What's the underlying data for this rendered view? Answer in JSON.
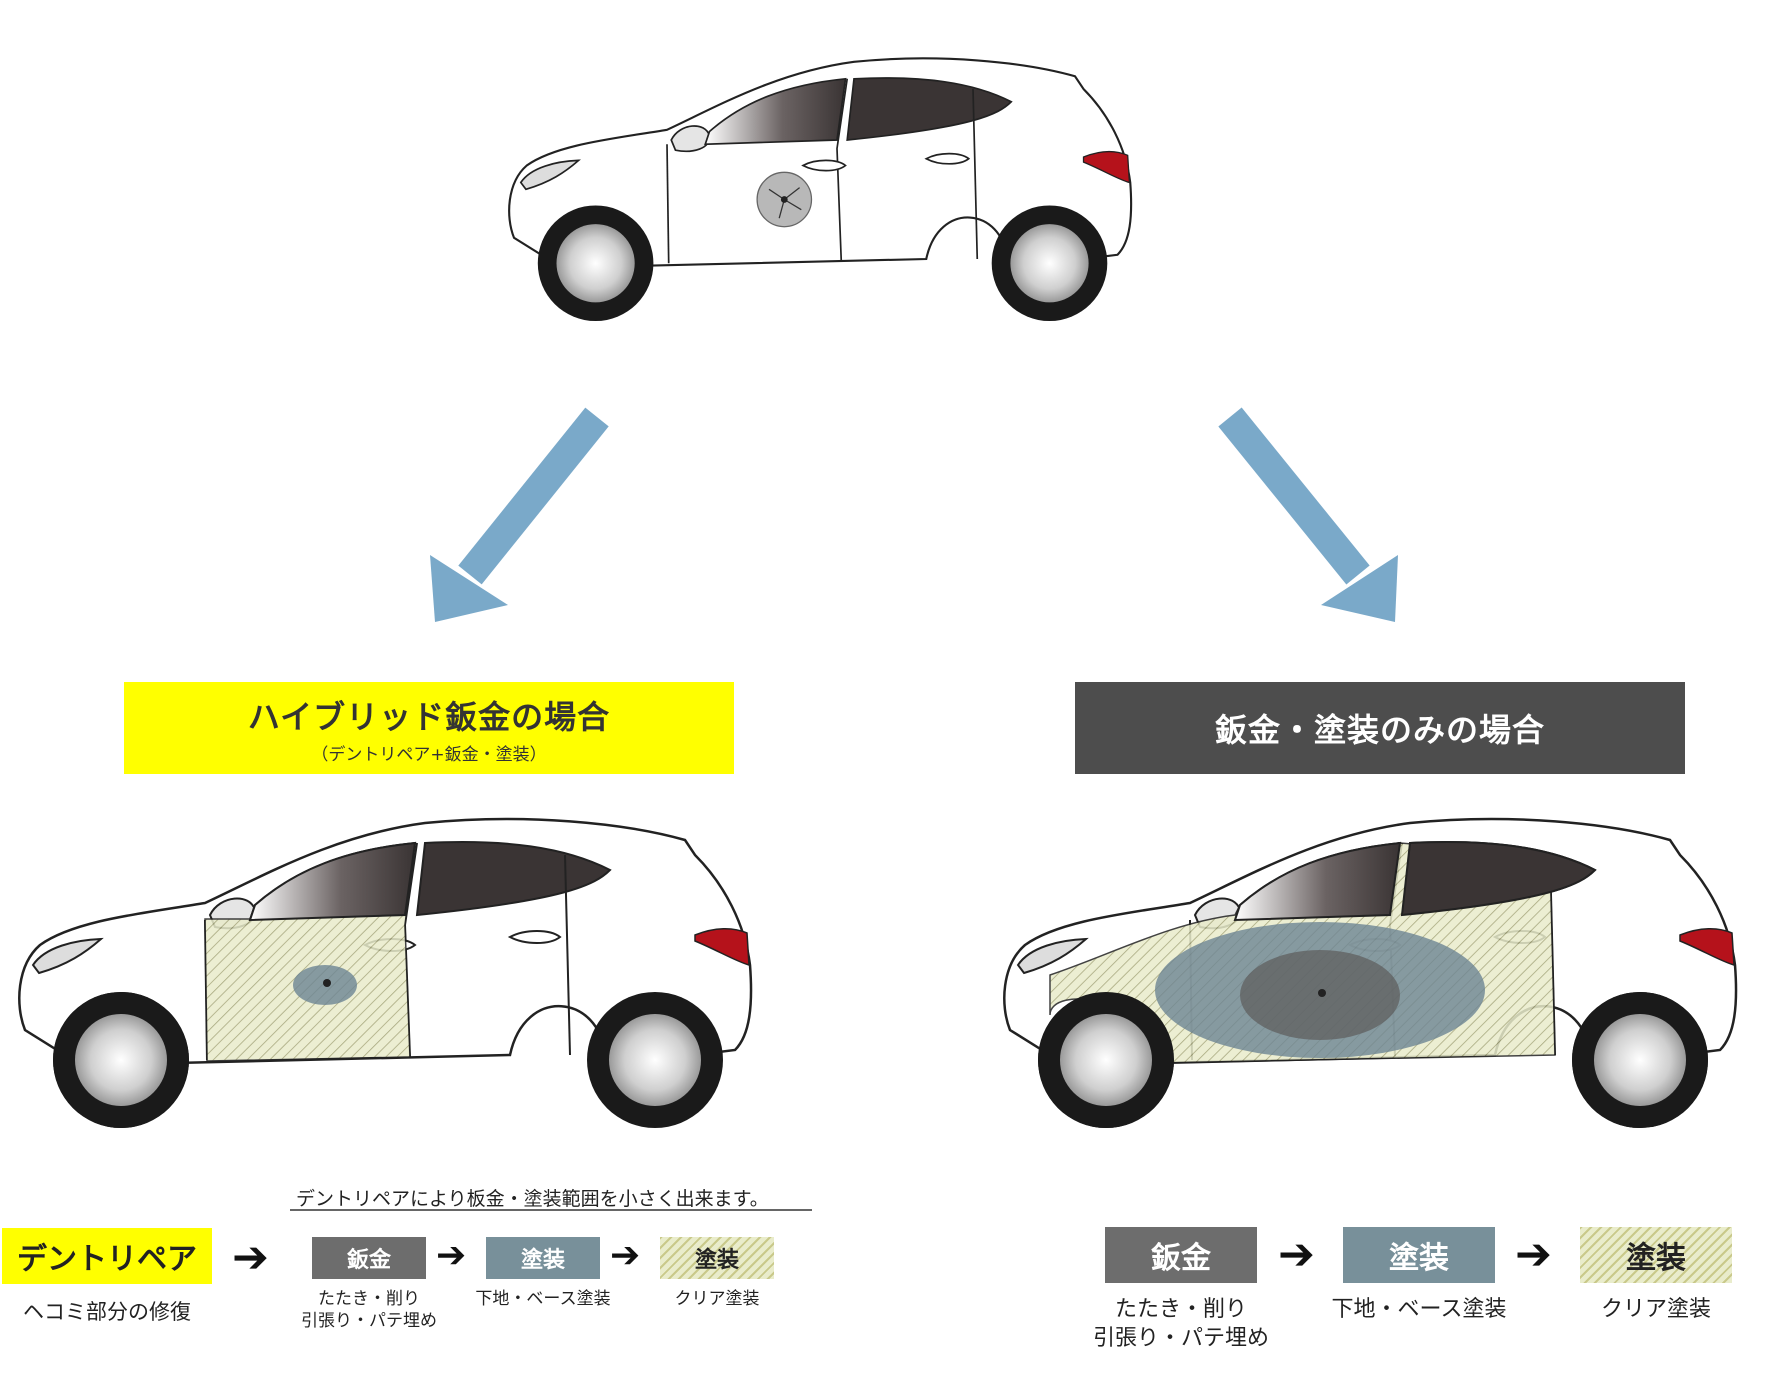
{
  "colors": {
    "arrow_blue": "#7aa9c9",
    "yellow": "#ffff00",
    "dark_gray": "#4d4d4d",
    "sheet_metal_gray": "#6d6d6d",
    "base_paint_blue_gray": "#78909a",
    "clear_coat_hatch": "#e9eccb"
  },
  "left": {
    "banner_title": "ハイブリッド鈑金の場合",
    "banner_subtitle": "（デントリペア+鈑金・塗装）",
    "note": "デントリペアにより板金・塗装範囲を小さく出来ます。",
    "steps": [
      {
        "label": "デントリペア",
        "caption_lines": [
          "ヘコミ部分の修復"
        ]
      },
      {
        "label": "鈑金",
        "caption_lines": [
          "たたき・削り",
          "引張り・パテ埋め"
        ]
      },
      {
        "label": "塗装",
        "caption_lines": [
          "下地・ベース塗装"
        ]
      },
      {
        "label": "塗装",
        "caption_lines": [
          "クリア塗装"
        ]
      }
    ]
  },
  "right": {
    "banner_title": "鈑金・塗装のみの場合",
    "steps": [
      {
        "label": "鈑金",
        "caption_lines": [
          "たたき・削り",
          "引張り・パテ埋め"
        ]
      },
      {
        "label": "塗装",
        "caption_lines": [
          "下地・ベース塗装"
        ]
      },
      {
        "label": "塗装",
        "caption_lines": [
          "クリア塗装"
        ]
      }
    ]
  },
  "flow_arrow_glyph": "➔"
}
